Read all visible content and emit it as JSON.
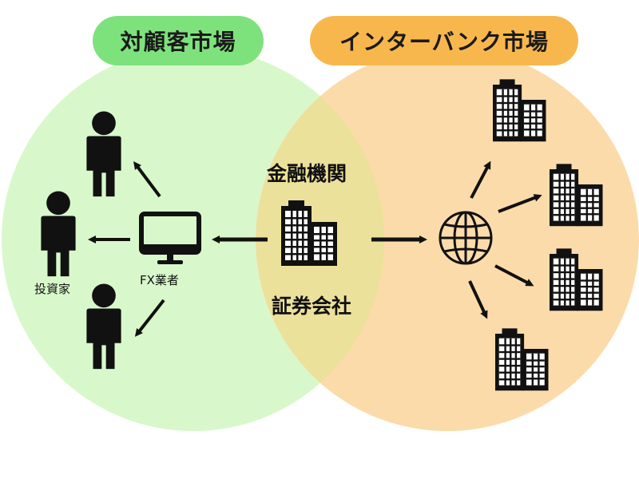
{
  "markets": {
    "customer": {
      "label": "対顧客市場",
      "color": "#7ee27c",
      "area_color": "#d6f8c8"
    },
    "interbank": {
      "label": "インターバンク市場",
      "color": "#f8b74d",
      "area_color": "#fcd7a1"
    }
  },
  "nodes": {
    "financial_institution": {
      "line1": "金融機関",
      "line2": "証券会社",
      "icon": "office-building-icon"
    },
    "fx_broker": {
      "label": "FX業者",
      "icon": "monitor-icon"
    },
    "investors": {
      "label": "投資家",
      "icon": "person-icon",
      "count": 3
    },
    "network": {
      "icon": "globe-icon"
    },
    "banks": {
      "icon": "building-icon",
      "count": 4
    }
  },
  "colors": {
    "ink": "#111111",
    "overlap": "#ece19a"
  }
}
